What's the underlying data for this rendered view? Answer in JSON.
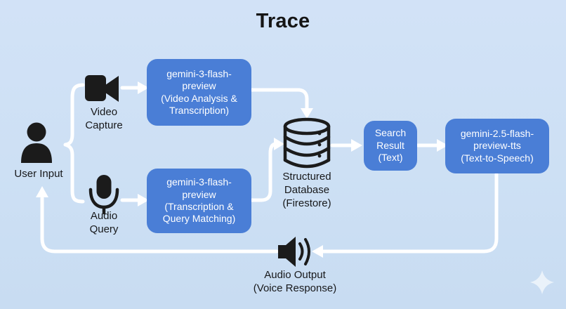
{
  "title": "Trace",
  "colors": {
    "background": "#cde0f4",
    "node_blue": "#4a7ed6",
    "connector_white": "#ffffff",
    "icon_black": "#1b1b1b",
    "title_text": "#151515",
    "box_text": "#ffffff",
    "sparkle": "#e9f1fb"
  },
  "nodes": {
    "user_input": {
      "label": "User Input",
      "icon": "person-icon"
    },
    "video_capture": {
      "label": "Video Capture",
      "icon": "video-camera-icon"
    },
    "audio_query": {
      "label": "Audio Query",
      "icon": "microphone-icon"
    },
    "video_model": {
      "name": "gemini-3-flash-preview",
      "desc": "(Video Analysis & Transcription)"
    },
    "audio_model": {
      "name": "gemini-3-flash-preview",
      "desc": "(Transcription & Query Matching)"
    },
    "database": {
      "label": "Structured Database",
      "desc": "(Firestore)",
      "icon": "database-icon"
    },
    "search_result": {
      "name": "Search Result",
      "desc": "(Text)"
    },
    "tts_model": {
      "name": "gemini-2.5-flash-preview-tts",
      "desc": "(Text-to-Speech)"
    },
    "audio_output": {
      "label": "Audio Output",
      "desc": "(Voice Response)",
      "icon": "speaker-icon"
    }
  },
  "decorations": {
    "watermark": "sparkle-icon"
  }
}
